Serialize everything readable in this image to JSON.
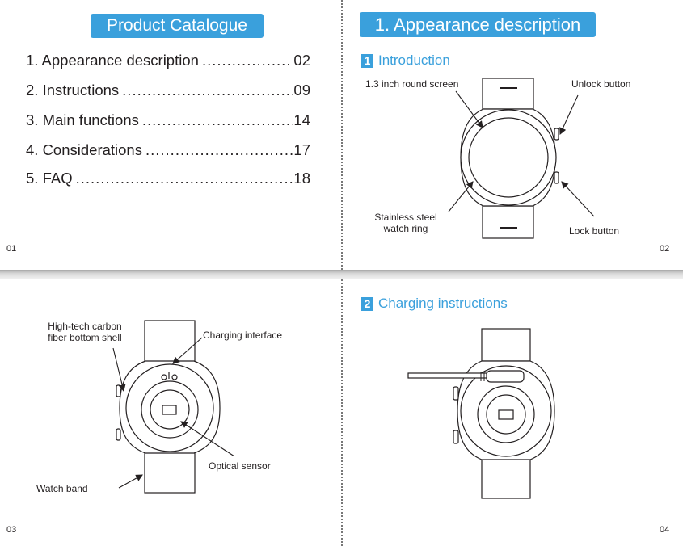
{
  "page1": {
    "title": "Product Catalogue",
    "toc": [
      {
        "label": "1. Appearance description",
        "page": "02"
      },
      {
        "label": "2. Instructions",
        "page": "09"
      },
      {
        "label": "3. Main functions",
        "page": "14"
      },
      {
        "label": "4. Considerations",
        "page": "17"
      },
      {
        "label": "5. FAQ",
        "page": "18"
      }
    ],
    "page_number": "01"
  },
  "page2": {
    "title": "1. Appearance description",
    "section_number": "1",
    "section_title": "Introduction",
    "labels": {
      "screen": "1.3 inch round screen",
      "unlock": "Unlock button",
      "ring_line1": "Stainless steel",
      "ring_line2": "watch ring",
      "lock": "Lock button"
    },
    "page_number": "02"
  },
  "page3": {
    "labels": {
      "shell_line1": "High-tech carbon",
      "shell_line2": "fiber bottom shell",
      "charging": "Charging interface",
      "sensor": "Optical sensor",
      "band": "Watch band"
    },
    "page_number": "03"
  },
  "page4": {
    "section_number": "2",
    "section_title": "Charging instructions",
    "page_number": "04"
  }
}
